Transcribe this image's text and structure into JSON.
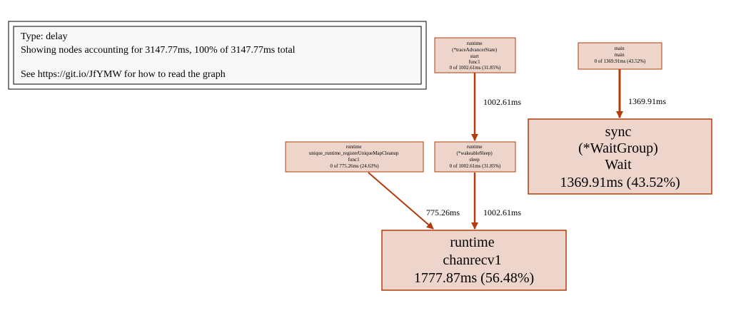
{
  "legend": {
    "type_line": "Type: delay",
    "summary_line": "Showing nodes accounting for 3147.77ms, 100% of 3147.77ms total",
    "help_line": "See https://git.io/JfYMW for how to read the graph"
  },
  "nodes": {
    "trace_start": {
      "lines": [
        "runtime",
        "(*traceAdvancerState)",
        "start",
        "func1",
        "0 of 1002.61ms (31.85%)"
      ]
    },
    "main_main": {
      "lines": [
        "main",
        "main",
        "0 of 1369.91ms (43.52%)"
      ]
    },
    "unique_cleanup": {
      "lines": [
        "runtime",
        "unique_runtime_registerUniqueMapCleanup",
        "func1",
        "0 of 775.26ms (24.63%)"
      ]
    },
    "wakeable_sleep": {
      "lines": [
        "runtime",
        "(*wakeableSleep)",
        "sleep",
        "0 of 1002.61ms (31.85%)"
      ]
    },
    "waitgroup_wait": {
      "lines": [
        "sync",
        "(*WaitGroup)",
        "Wait",
        "1369.91ms (43.52%)"
      ]
    },
    "chanrecv1": {
      "lines": [
        "runtime",
        "chanrecv1",
        "1777.87ms (56.48%)"
      ]
    }
  },
  "edges": {
    "trace_to_sleep": "1002.61ms",
    "main_to_wait": "1369.91ms",
    "unique_to_chanrecv": "775.26ms",
    "sleep_to_chanrecv": "1002.61ms"
  },
  "colors": {
    "node_fill": "#edd5cc",
    "node_stroke": "#b23c0c",
    "edge": "#b23c0c",
    "legend_fill": "#f8f8f8"
  }
}
